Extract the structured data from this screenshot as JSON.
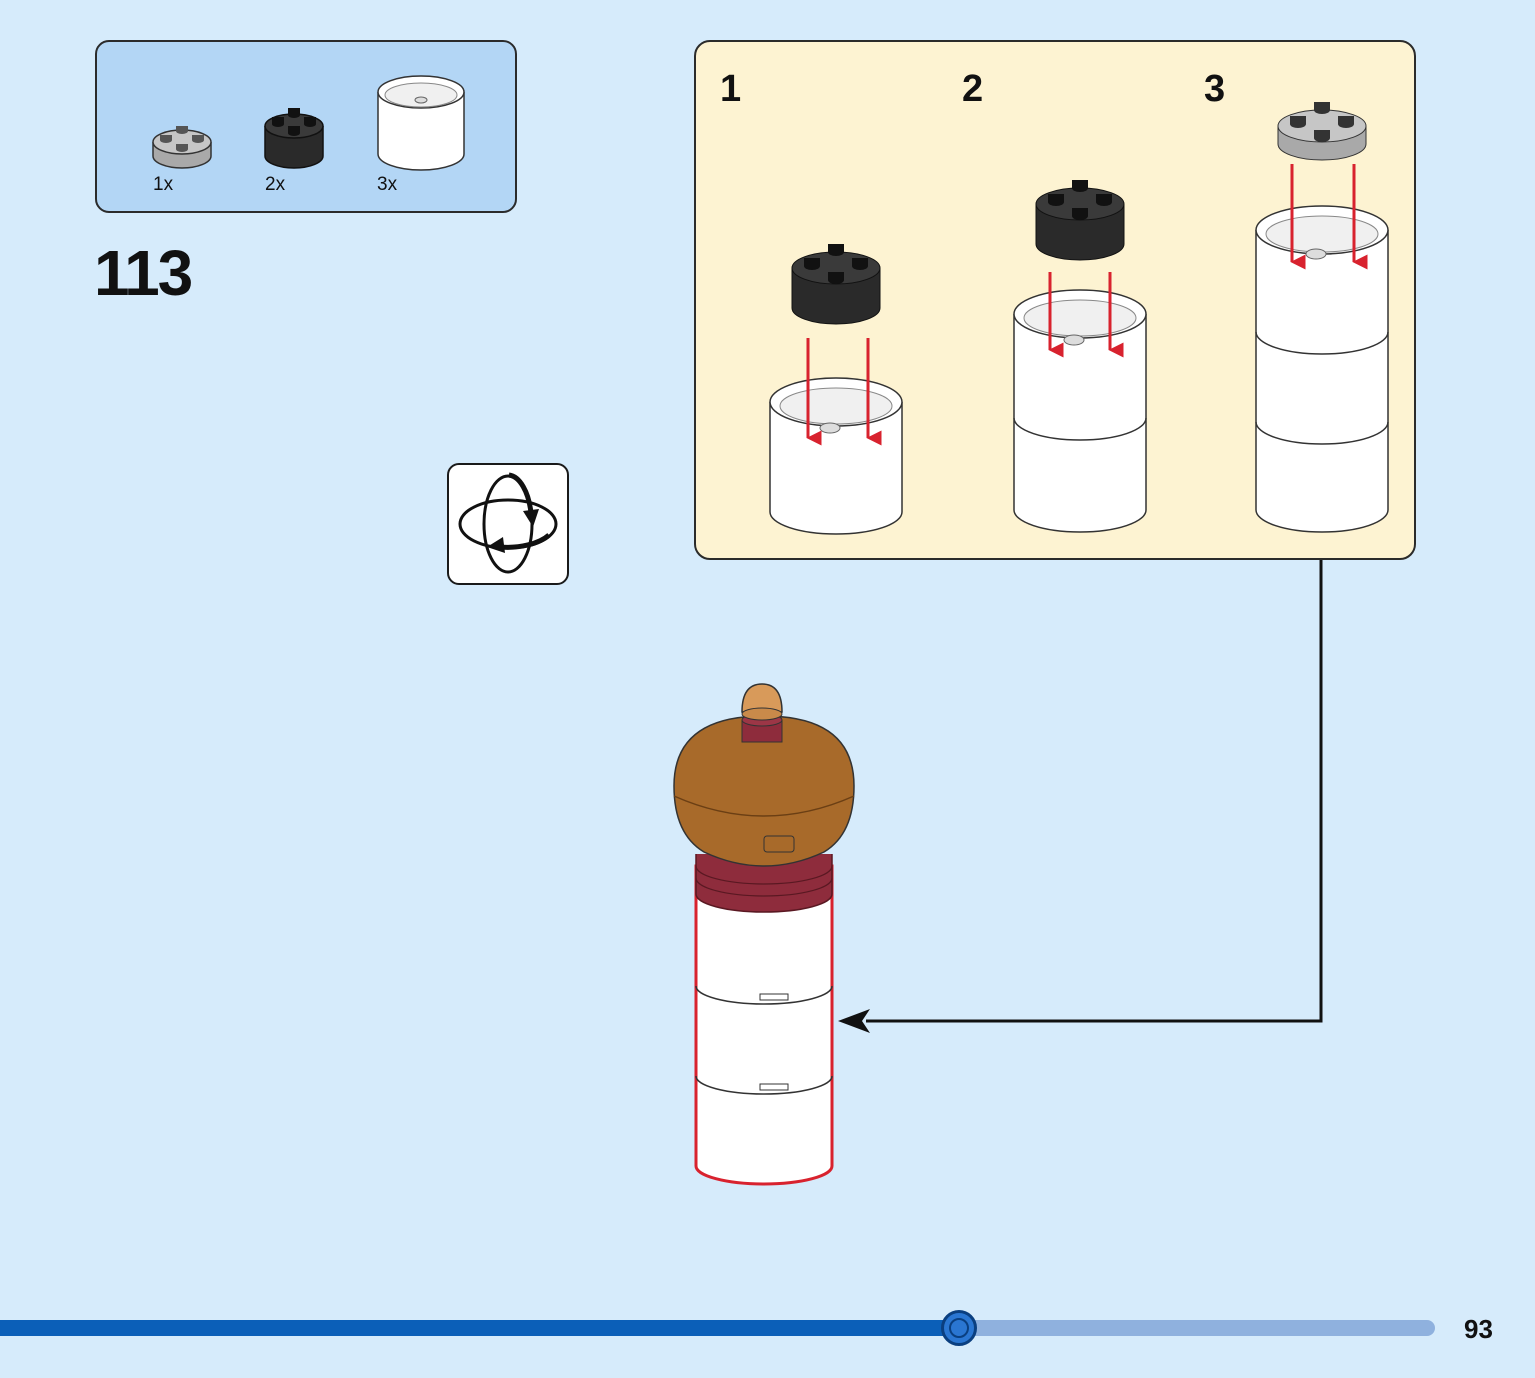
{
  "parts_list": [
    {
      "quantity": "1x",
      "part": "light-gray-round-plate-icon",
      "color": "#b9b9b9"
    },
    {
      "quantity": "2x",
      "part": "black-round-plate-icon",
      "color": "#2b2b2b"
    },
    {
      "quantity": "3x",
      "part": "white-round-brick-icon",
      "color": "#ffffff"
    }
  ],
  "step": {
    "number": "113"
  },
  "substeps": [
    {
      "label": "1"
    },
    {
      "label": "2"
    },
    {
      "label": "3"
    }
  ],
  "rotate_icon": "rotate-model-icon",
  "colors": {
    "page_background": "#d6ebfb",
    "parts_box": "#b3d6f5",
    "substeps_box": "#fdf3d2",
    "arrow_red": "#d8222e",
    "dome_brown": "#a86a2a",
    "band_maroon": "#8e2c3c",
    "progress_fill": "#0b5fb8",
    "progress_track": "#8fb1de"
  },
  "progress": {
    "fraction": 0.668
  },
  "page": {
    "number": "93"
  }
}
